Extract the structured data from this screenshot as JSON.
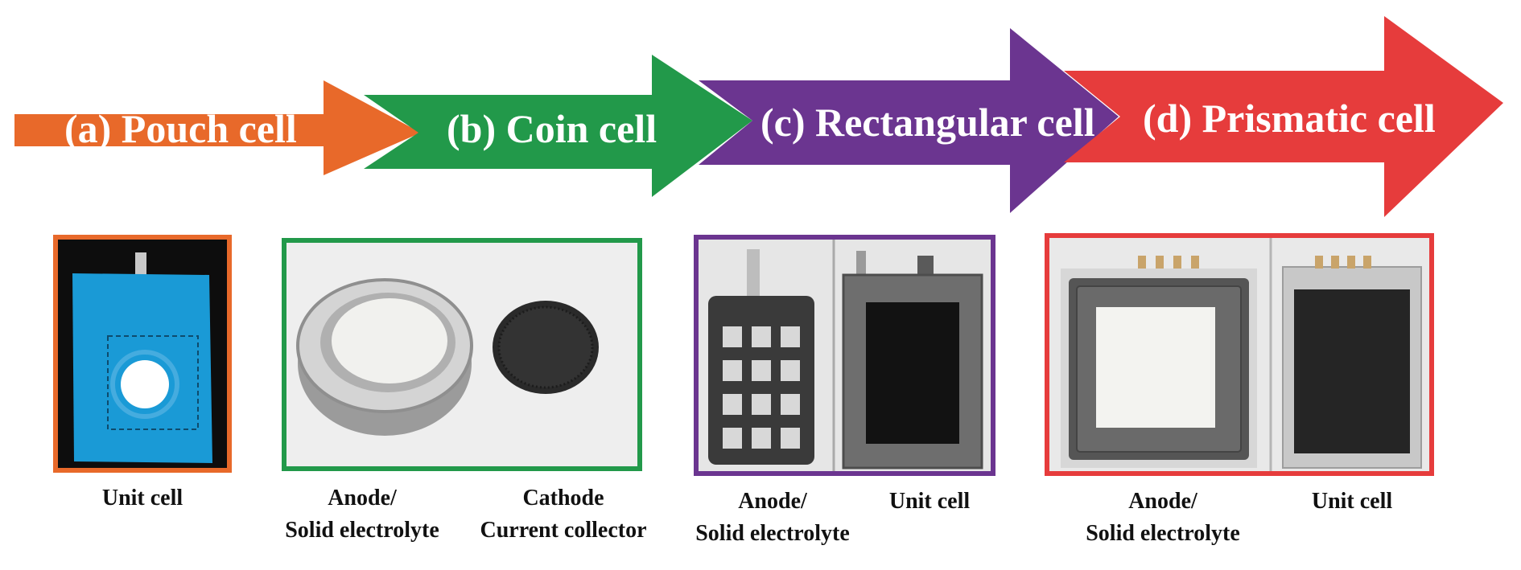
{
  "arrows": [
    {
      "label": "(a) Pouch cell",
      "color": "#e8692a"
    },
    {
      "label": "(b) Coin cell",
      "color": "#22994a"
    },
    {
      "label": "(c) Rectangular cell",
      "color": "#6b3590"
    },
    {
      "label": "(d) Prismatic cell",
      "color": "#e63c3c"
    }
  ],
  "panels": {
    "pouch": {
      "caption": "Unit cell"
    },
    "coin": {
      "caption_left": [
        "Anode/",
        "Solid electrolyte"
      ],
      "caption_right": [
        "Cathode",
        "Current collector"
      ]
    },
    "rectangular": {
      "caption_left": [
        "Anode/",
        "Solid electrolyte"
      ],
      "caption_right": "Unit cell"
    },
    "prismatic": {
      "caption_left": [
        "Anode/",
        "Solid electrolyte"
      ],
      "caption_right": "Unit cell"
    }
  }
}
